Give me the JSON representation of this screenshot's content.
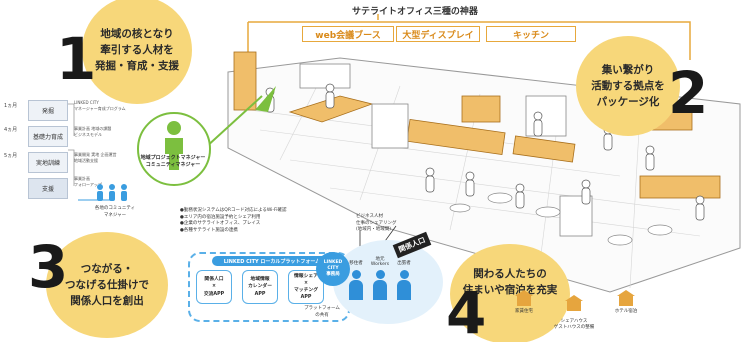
{
  "title": "サテライトオフィス三種の神器",
  "tags": [
    "web会議ブース",
    "大型ディスプレイ",
    "キッチン"
  ],
  "numbers": [
    "1",
    "2",
    "3",
    "4"
  ],
  "bubbles": {
    "b1": "地域の核となり\n牽引する人材を\n発掘・育成・支援",
    "b2": "集い繋がり\n活動する拠点を\nパッケージ化",
    "b3": "つながる・\nつなげる仕掛けで\n関係人口を創出",
    "b4": "関わる人たちの\n住まいや宿泊を充実"
  },
  "steps": [
    {
      "month": "1ヵ月",
      "label": "発掘"
    },
    {
      "month": "4ヵ月",
      "label": "基礎力育成"
    },
    {
      "month": "5ヵ月",
      "label": "実地訓練"
    },
    {
      "month": "",
      "label": "支援"
    }
  ],
  "step_notes": [
    "LINKED CITY\nマネージャー育成プログラム",
    "事業計画 地域の課題\nビジネスモデル",
    "事業開発 実地 企画運営\n地域活動支援",
    "事業計画\nフォローアップ"
  ],
  "manager_label": "地域プロジェクトマネジャー\nコミュニティマネジャー",
  "community_note": "各地のコミュニティ\nマネジャー",
  "bullets": "●勤務状況システムはQRコード対応によるWi-Fi確認\n●エリア内の宿泊施設予約とシェア利用\n●企業のサテライトオフィス、プレイス\n●各種サテライト施設の連携",
  "platform": {
    "title": "LINKED CITY ローカルプラットフォーム",
    "apps": [
      "関係人口\n×\n交流APP",
      "地域情報\nカレンダー\nAPP",
      "情報シェア\n×\nマッチング\nAPP"
    ],
    "pf_note": "プラットフォーム\nの共有",
    "lc_badge": "LINKED\nCITY\n事務局"
  },
  "people": {
    "labels": [
      "移住者",
      "地元\nWorkers",
      "出張者"
    ],
    "top_note": "ビジネス人材\n仕事のシェアリング\n(地域内・地域間)",
    "kankei": "関係人口"
  },
  "lodging": [
    "家賃住宅",
    "シェアハウス\nゲストハウスの整備",
    "ホテル宿泊"
  ],
  "colors": {
    "bubble": "#f7d77a",
    "accent_orange": "#e7a83c",
    "green": "#7cbf3f",
    "blue": "#3a9de0"
  }
}
